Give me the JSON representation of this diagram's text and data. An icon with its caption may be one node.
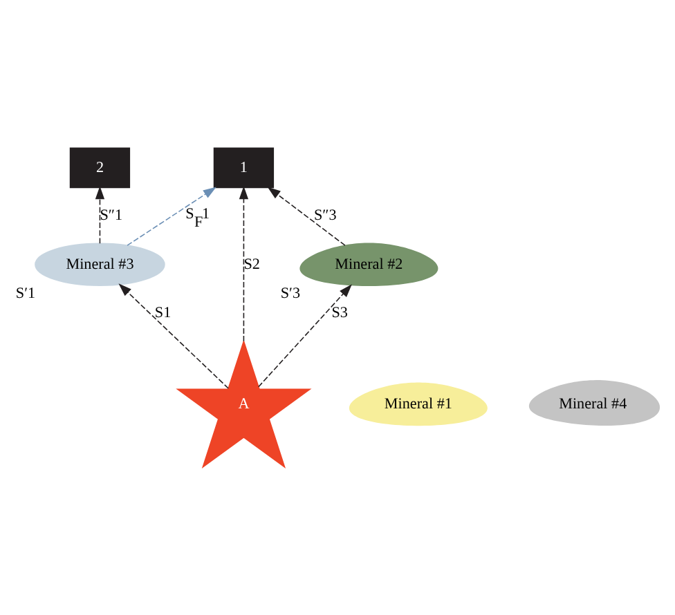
{
  "diagram": {
    "nodes": [
      {
        "text": [
          "2"
        ]
      },
      {
        "text": [
          "Mineral #3"
        ],
        "beside": [
          "S′1"
        ]
      },
      {
        "text": [
          "Mineral #1"
        ]
      },
      {
        "text": [
          "A"
        ]
      },
      {
        "text": [
          "Mineral #4"
        ]
      },
      {
        "text": [
          "1"
        ]
      },
      {
        "text": [
          "Mineral #2"
        ],
        "beside": [
          "S′3"
        ]
      }
    ],
    "edges": [
      {
        "from": 3,
        "to": 1,
        "arrow": "to",
        "label": "S1",
        "style": "dashed"
      },
      {
        "from": 1,
        "to": 0,
        "arrow": "to",
        "label": "S″1",
        "style": "dashed"
      },
      {
        "from": 1,
        "to": 5,
        "arrow": "to",
        "label": "S$_{F}$1",
        "style": "dashed",
        "color": "#6b8fb5"
      },
      {
        "from": 3,
        "to": 5,
        "arrow": "to",
        "label": "S2",
        "style": "dashed"
      },
      {
        "from": 3,
        "to": 6,
        "arrow": "to",
        "label": "S3",
        "style": "dashed"
      },
      {
        "from": 6,
        "to": 5,
        "arrow": "to",
        "label": "S″3",
        "style": "dashed"
      }
    ]
  }
}
